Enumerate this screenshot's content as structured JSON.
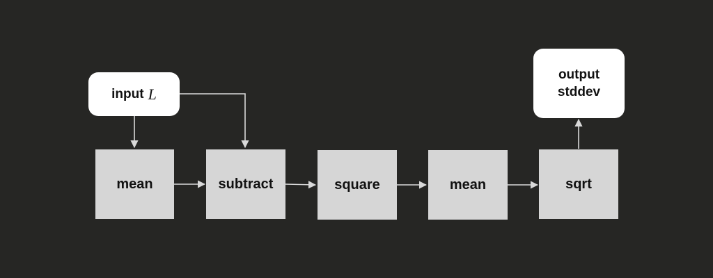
{
  "colors": {
    "background": "#262624",
    "op_fill": "#d6d6d6",
    "io_fill": "#ffffff",
    "text": "#111111",
    "edge": "#d9d9d9"
  },
  "nodes": {
    "input": {
      "label": "input",
      "symbol": "L"
    },
    "mean1": {
      "label": "mean"
    },
    "subtract": {
      "label": "subtract"
    },
    "square": {
      "label": "square"
    },
    "mean2": {
      "label": "mean"
    },
    "sqrt": {
      "label": "sqrt"
    },
    "output": {
      "line1": "output",
      "line2": "stddev"
    }
  },
  "edges": [
    {
      "from": "input",
      "to": "mean"
    },
    {
      "from": "input",
      "to": "subtract"
    },
    {
      "from": "mean",
      "to": "subtract"
    },
    {
      "from": "subtract",
      "to": "square"
    },
    {
      "from": "square",
      "to": "mean"
    },
    {
      "from": "mean",
      "to": "sqrt"
    },
    {
      "from": "sqrt",
      "to": "output"
    }
  ]
}
